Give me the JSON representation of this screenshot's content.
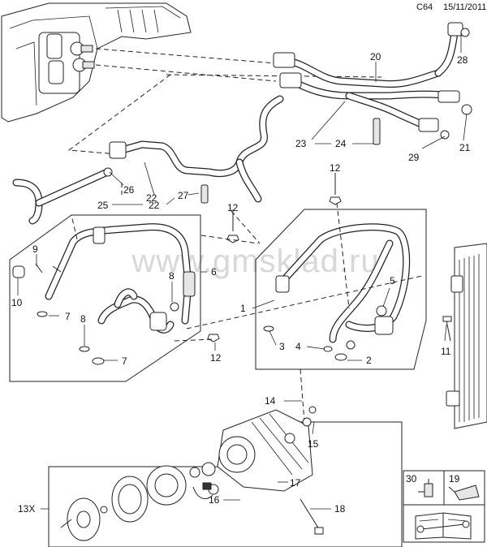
{
  "header": {
    "code": "C64",
    "date": "15/11/2011"
  },
  "watermark": "www.gmsklad.ru",
  "callouts": {
    "c1": "1",
    "c2": "2",
    "c3": "3",
    "c4": "4",
    "c5": "5",
    "c6": "6",
    "c7a": "7",
    "c7b": "7",
    "c8a": "8",
    "c8b": "8",
    "c9": "9",
    "c10": "10",
    "c11": "11",
    "c12a": "12",
    "c12b": "12",
    "c12c": "12",
    "c13x": "13X",
    "c14": "14",
    "c15": "15",
    "c16": "16",
    "c17": "17",
    "c18": "18",
    "c20": "20",
    "c21": "21",
    "c22a": "22",
    "c22b": "22",
    "c23": "23",
    "c24": "24",
    "c25": "25",
    "c26": "26",
    "c27": "27",
    "c28": "28",
    "c29": "29"
  },
  "legend": {
    "left": "30",
    "right": "19"
  },
  "icons": [
    "manual-book-icon",
    "wrench-icon"
  ]
}
